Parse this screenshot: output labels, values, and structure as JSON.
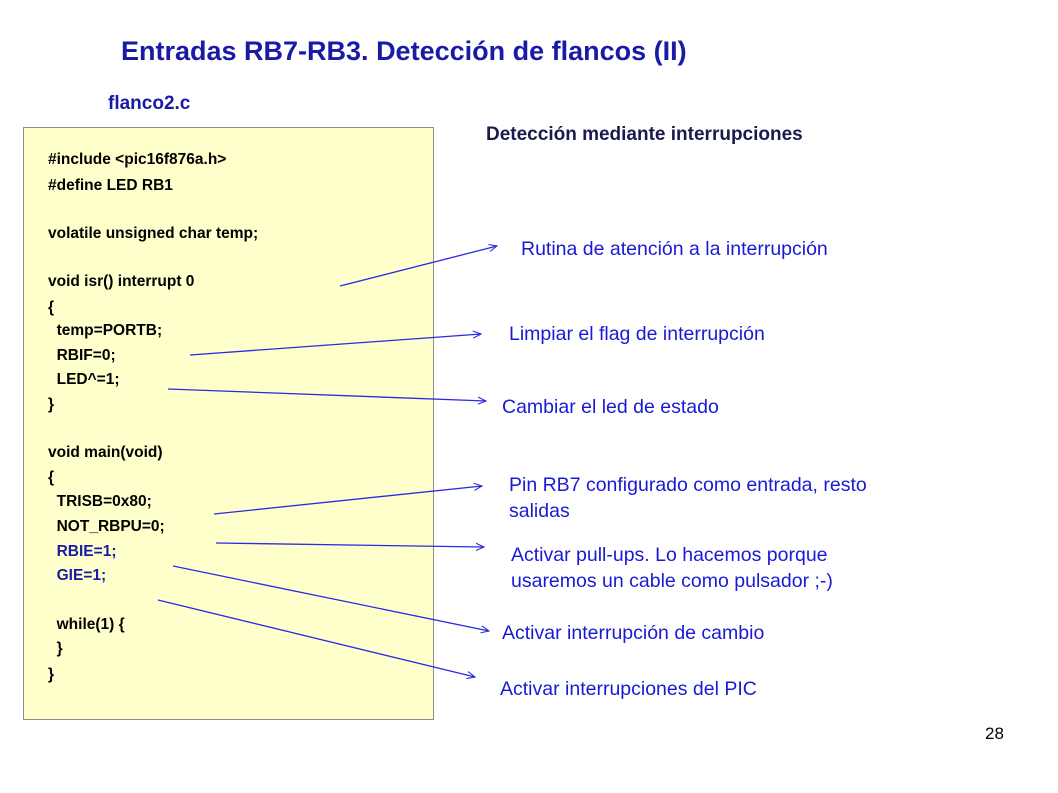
{
  "slide": {
    "title": "Entradas RB7-RB3.  Detección de flancos (II)",
    "filename": "flanco2.c",
    "subtitle": "Detección mediante interrupciones",
    "page_number": "28"
  },
  "code": {
    "lines": [
      "#include <pic16f876a.h>",
      "#define LED RB1",
      "volatile unsigned char temp;",
      "void isr() interrupt 0",
      "{",
      "  temp=PORTB;",
      "  RBIF=0;",
      "  LED^=1;",
      "}",
      "void main(void)",
      "{",
      "  TRISB=0x80;",
      "  NOT_RBPU=0;",
      "  RBIE=1;",
      "  GIE=1;",
      "  while(1) {",
      "  }",
      "}"
    ]
  },
  "annotations": [
    {
      "text": "Rutina de atención a la interrupción"
    },
    {
      "text": "Limpiar el flag de interrupción"
    },
    {
      "text": "Cambiar el led de estado"
    },
    {
      "text": "Pin RB7 configurado como entrada, resto",
      "text2": "salidas"
    },
    {
      "text": "Activar pull-ups. Lo hacemos porque",
      "text2": "usaremos un cable como pulsador ;-)"
    },
    {
      "text": "Activar interrupción de cambio"
    },
    {
      "text": "Activar interrupciones del PIC"
    }
  ],
  "colors": {
    "title": "#1a1aa6",
    "annotation_text": "#1a1ad6",
    "arrow": "#2a2ae0",
    "code_background": "#ffffcc"
  }
}
